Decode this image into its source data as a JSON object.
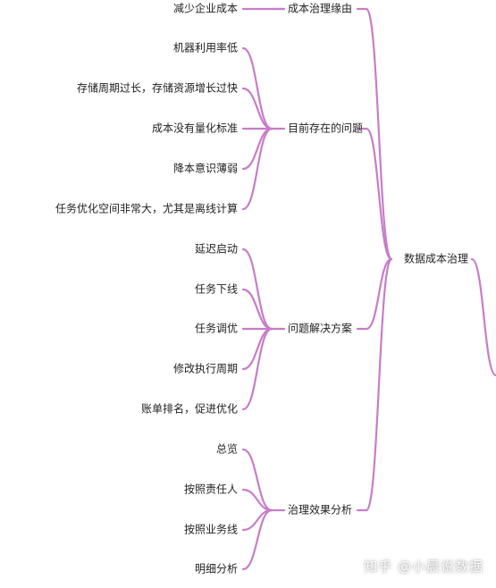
{
  "colors": {
    "edge": "#c77dc7",
    "text": "#222222",
    "background": "#ffffff"
  },
  "root": {
    "label": "数据成本治理"
  },
  "branches": [
    {
      "label": "成本治理缘由",
      "children": [
        "减少企业成本"
      ]
    },
    {
      "label": "目前存在的问题",
      "children": [
        "机器利用率低",
        "存储周期过长，存储资源增长过快",
        "成本没有量化标准",
        "降本意识薄弱",
        "任务优化空间非常大，尤其是离线计算"
      ]
    },
    {
      "label": "问题解决方案",
      "children": [
        "延迟启动",
        "任务下线",
        "任务调优",
        "修改执行周期",
        "账单排名，促进优化"
      ]
    },
    {
      "label": "治理效果分析",
      "children": [
        "总览",
        "按照责任人",
        "按照业务线",
        "明细分析"
      ]
    }
  ],
  "watermark": {
    "text": "知乎 @小晨说数据"
  }
}
